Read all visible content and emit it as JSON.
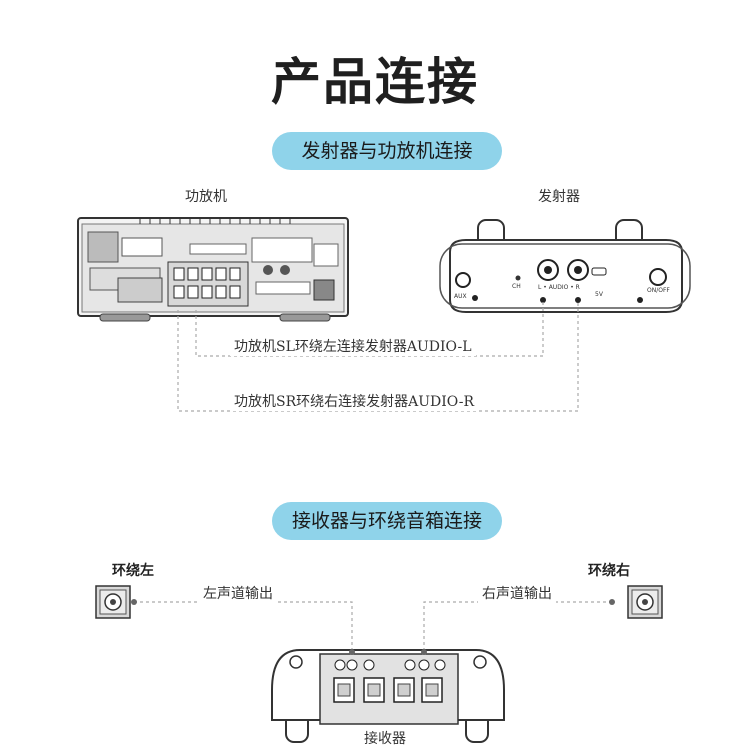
{
  "title": "产品连接",
  "section1": {
    "heading": "发射器与功放机连接",
    "amplifier_label": "功放机",
    "transmitter_label": "发射器",
    "connection_left": "功放机SL环绕左连接发射器AUDIO-L",
    "connection_right": "功放机SR环绕右连接发射器AUDIO-R",
    "transmitter_ports": {
      "aux": "AUX",
      "ch": "CH",
      "audio": "L • AUDIO • R",
      "power": "5V",
      "switch": "ON/OFF"
    }
  },
  "section2": {
    "heading": "接收器与环绕音箱连接",
    "speaker_left_label": "环绕左",
    "speaker_right_label": "环绕右",
    "left_output": "左声道输出",
    "right_output": "右声道输出",
    "receiver_label": "接收器"
  },
  "colors": {
    "accent": "#8fd3ea",
    "line": "#aaaaaa"
  }
}
